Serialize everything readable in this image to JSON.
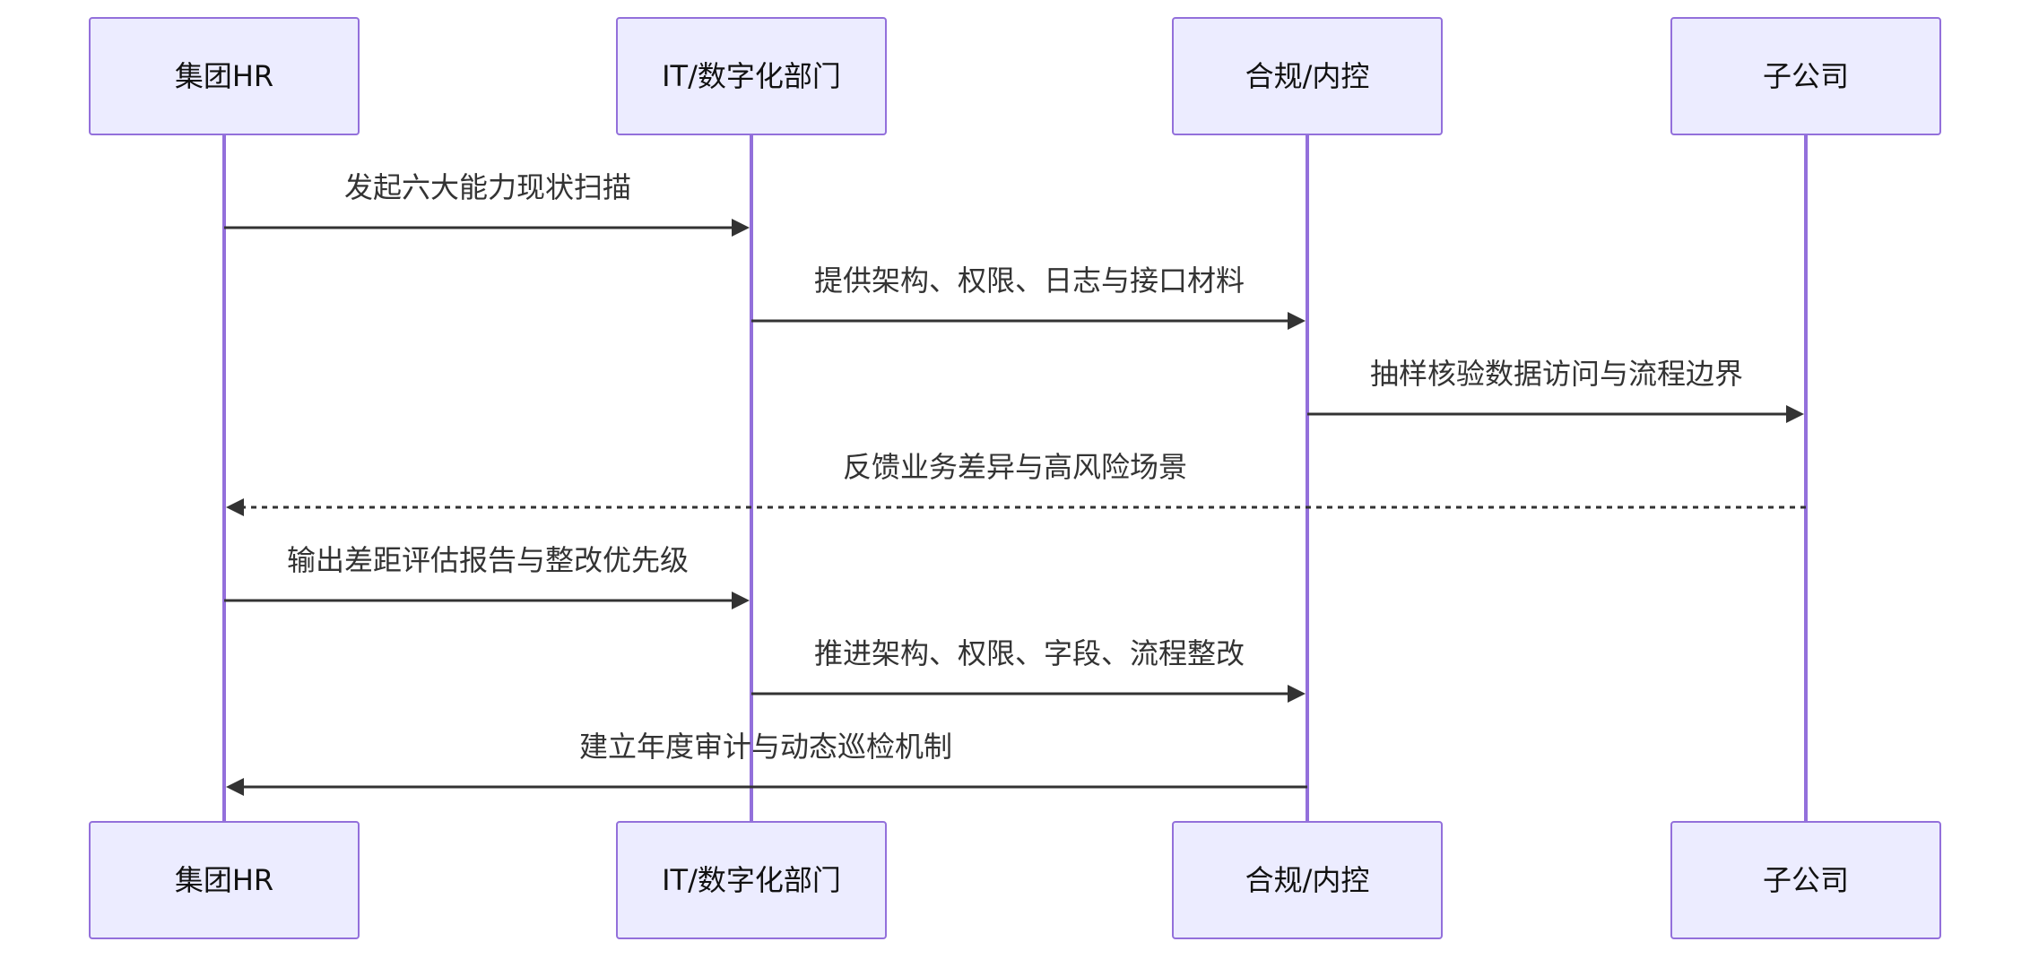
{
  "participants": [
    {
      "id": "hr",
      "label": "集团HR"
    },
    {
      "id": "it",
      "label": "IT/数字化部门"
    },
    {
      "id": "cp",
      "label": "合规/内控"
    },
    {
      "id": "sub",
      "label": "子公司"
    }
  ],
  "messages": [
    {
      "from": "hr",
      "to": "it",
      "label": "发起六大能力现状扫描",
      "style": "solid"
    },
    {
      "from": "it",
      "to": "cp",
      "label": "提供架构、权限、日志与接口材料",
      "style": "solid"
    },
    {
      "from": "cp",
      "to": "sub",
      "label": "抽样核验数据访问与流程边界",
      "style": "solid"
    },
    {
      "from": "sub",
      "to": "hr",
      "label": "反馈业务差异与高风险场景",
      "style": "dashed"
    },
    {
      "from": "hr",
      "to": "it",
      "label": "输出差距评估报告与整改优先级",
      "style": "solid"
    },
    {
      "from": "it",
      "to": "cp",
      "label": "推进架构、权限、字段、流程整改",
      "style": "solid"
    },
    {
      "from": "cp",
      "to": "hr",
      "label": "建立年度审计与动态巡检机制",
      "style": "solid"
    }
  ],
  "colors": {
    "actor_fill": "#ececff",
    "actor_stroke": "#9370db",
    "lifeline": "#9370db",
    "message": "#333333"
  }
}
